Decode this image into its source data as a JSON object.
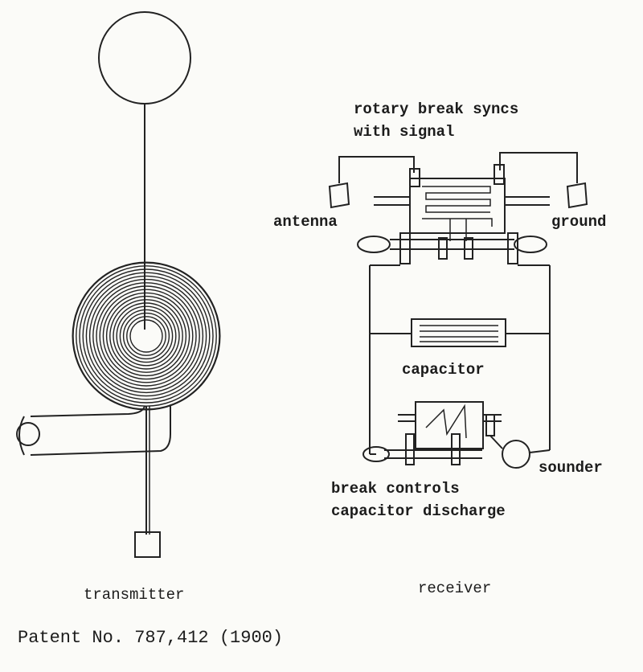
{
  "labels": {
    "rotary_line1": "rotary break syncs",
    "rotary_line2": "with signal",
    "antenna": "antenna",
    "ground": "ground",
    "capacitor": "capacitor",
    "sounder": "sounder",
    "break_line1": "break controls",
    "break_line2": "capacitor discharge",
    "transmitter": "transmitter",
    "receiver": "receiver",
    "patent": "Patent No. 787,412 (1900)"
  },
  "colors": {
    "ink": "#1c1c1c",
    "paper": "#fbfbf8"
  }
}
